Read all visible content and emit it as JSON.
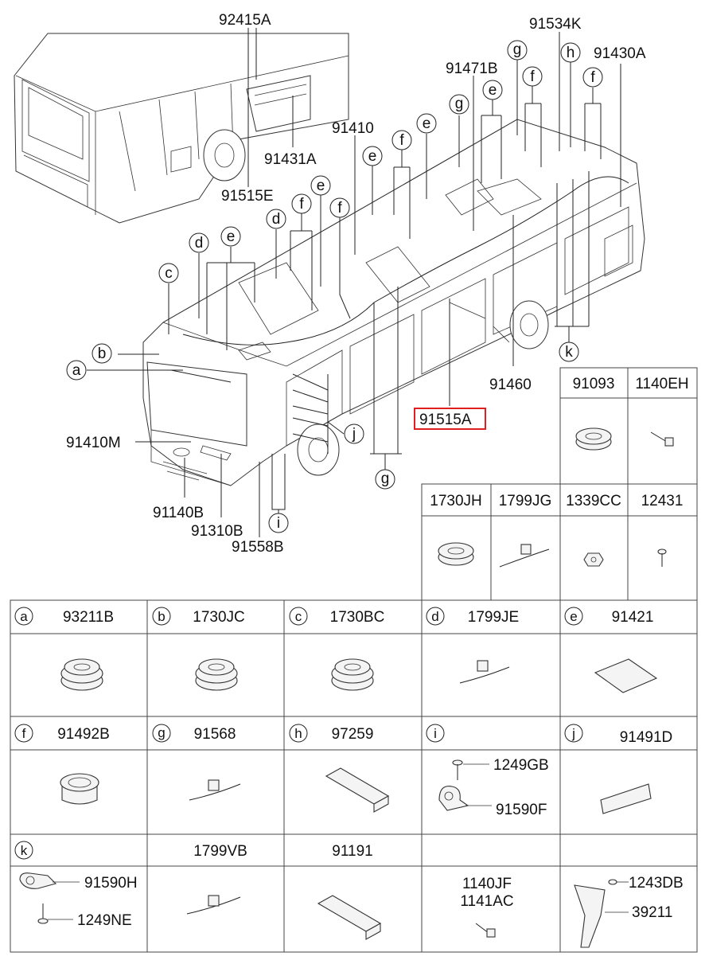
{
  "diagram": {
    "callouts": {
      "p92415A": "92415A",
      "p91534K": "91534K",
      "p91471B": "91471B",
      "p91430A": "91430A",
      "p91410": "91410",
      "p91431A": "91431A",
      "p91515E": "91515E",
      "p91460": "91460",
      "p91515A": "91515A",
      "p91410M": "91410M",
      "p91140B": "91140B",
      "p91310B": "91310B",
      "p91558B": "91558B"
    },
    "letters": [
      "a",
      "b",
      "c",
      "d",
      "e",
      "f",
      "g",
      "h",
      "i",
      "j",
      "k"
    ],
    "highlight_color": "#e02020"
  },
  "parts_table": {
    "upper_right": [
      {
        "code": "91093"
      },
      {
        "code": "1140EH"
      },
      {
        "code": "1730JH"
      },
      {
        "code": "1799JG"
      },
      {
        "code": "1339CC"
      },
      {
        "code": "12431"
      }
    ],
    "rows": [
      [
        {
          "letter": "a",
          "code": "93211B"
        },
        {
          "letter": "b",
          "code": "1730JC"
        },
        {
          "letter": "c",
          "code": "1730BC"
        },
        {
          "letter": "d",
          "code": "1799JE"
        },
        {
          "letter": "e",
          "code": "91421"
        }
      ],
      [
        {
          "letter": "f",
          "code": "91492B"
        },
        {
          "letter": "g",
          "code": "91568"
        },
        {
          "letter": "h",
          "code": "97259"
        },
        {
          "letter": "i",
          "code": "",
          "sub": [
            "1249GB",
            "91590F"
          ]
        },
        {
          "letter": "j",
          "code": "91491D"
        }
      ],
      [
        {
          "letter": "k",
          "code": "",
          "sub": [
            "91590H",
            "1249NE"
          ]
        },
        {
          "letter": "",
          "code": "1799VB"
        },
        {
          "letter": "",
          "code": "91191"
        },
        {
          "letter": "",
          "code": "",
          "sub": [
            "1140JF",
            "1141AC"
          ]
        },
        {
          "letter": "",
          "code": "",
          "sub": [
            "1243DB",
            "39211"
          ]
        }
      ]
    ]
  }
}
